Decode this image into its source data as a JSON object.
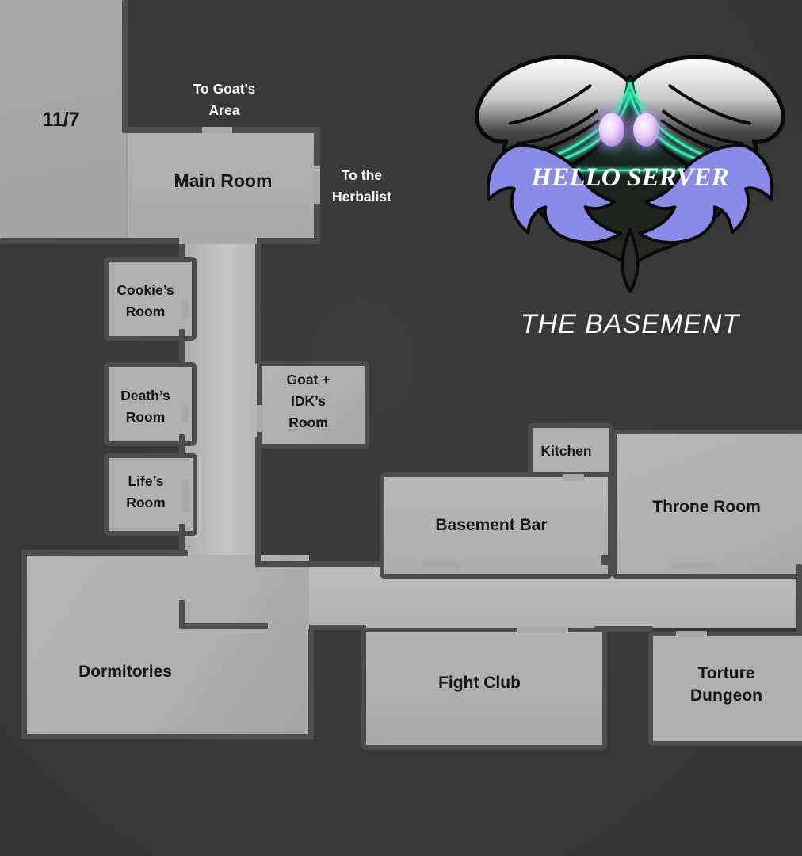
{
  "title": "THE BASEMENT",
  "logo": {
    "text": "HELLO SERVER"
  },
  "colors": {
    "background": "#383838",
    "floor": "#b2b2b2",
    "wall": "#4d4d4d",
    "door": "#a9a9a9",
    "room_text": "#161616",
    "annotation_text": "#f8f8f8",
    "accent_teal": "#35e9b5",
    "accent_purple": "#8a8ae9"
  },
  "rooms": {
    "eleven_seven": {
      "label": "11/7"
    },
    "main": {
      "label": "Main Room"
    },
    "cookies": {
      "label": "Cookie’s Room"
    },
    "deaths": {
      "label": "Death’s Room"
    },
    "lifes": {
      "label": "Life’s Room"
    },
    "goat_idk": {
      "label": "Goat + IDK’s Room"
    },
    "kitchen": {
      "label": "Kitchen"
    },
    "basement_bar": {
      "label": "Basement Bar"
    },
    "throne": {
      "label": "Throne Room"
    },
    "dormitories": {
      "label": "Dormitories"
    },
    "fight_club": {
      "label": "Fight Club"
    },
    "torture_dungeon": {
      "label": "Torture Dungeon"
    }
  },
  "annotations": {
    "goats_area": {
      "label": "To Goat’s Area"
    },
    "herbalist": {
      "label": "To the Herbalist"
    }
  }
}
